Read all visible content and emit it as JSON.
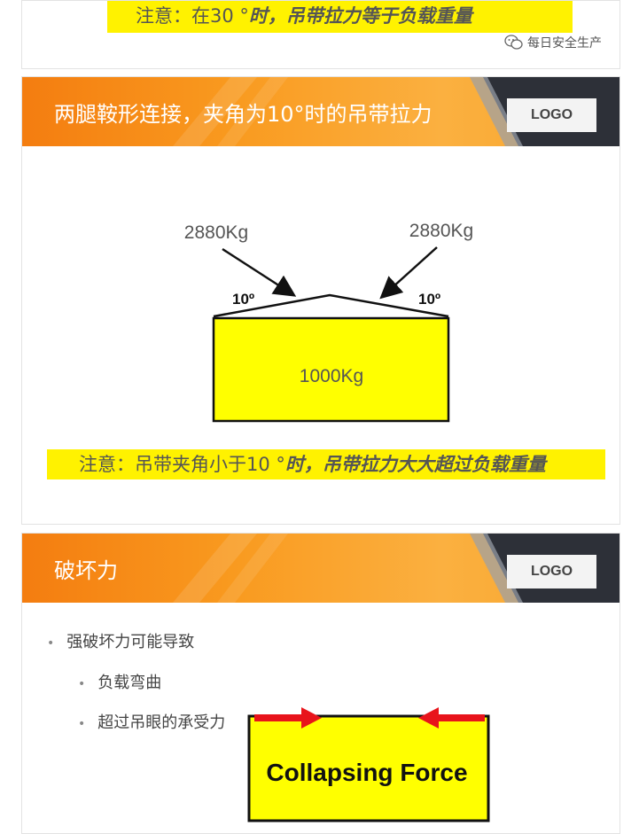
{
  "card1": {
    "note_prefix": "注意：在30 °",
    "note_emphasis": "时，吊带拉力等于负载重量",
    "watermark": "每日安全生产"
  },
  "card2": {
    "banner_title": "两腿鞍形连接，夹角为10°时的吊带拉力",
    "logo": "LOGO",
    "diagram": {
      "left_force": "2880Kg",
      "right_force": "2880Kg",
      "left_angle": "10º",
      "right_angle": "10º",
      "load": "1000Kg"
    },
    "note_prefix": "注意：吊带夹角小于10 °",
    "note_emphasis": "时，吊带拉力大大超过负载重量"
  },
  "card3": {
    "banner_title": "破坏力",
    "logo": "LOGO",
    "bullets": [
      "强破坏力可能导致",
      "负载弯曲",
      "超过吊眼的承受力"
    ],
    "box_label": "Collapsing Force"
  },
  "colors": {
    "highlight": "#fff200",
    "banner_orange": "#f47d10",
    "arrow_red": "#e8141b"
  }
}
